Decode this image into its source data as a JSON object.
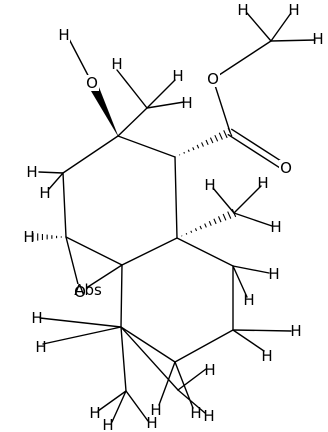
{
  "molecule": {
    "atom_labels": {
      "hydroxyl_oxygen": "O",
      "hydroxyl_hydrogen": "H",
      "ester_ether_oxygen": "O",
      "carbonyl_oxygen": "O",
      "epoxide_oxygen": "O",
      "hydrogen": "H",
      "abs_marker": "Abs"
    },
    "colors": {
      "bond": "#000000",
      "label": "#000000",
      "background": "#ffffff"
    }
  }
}
